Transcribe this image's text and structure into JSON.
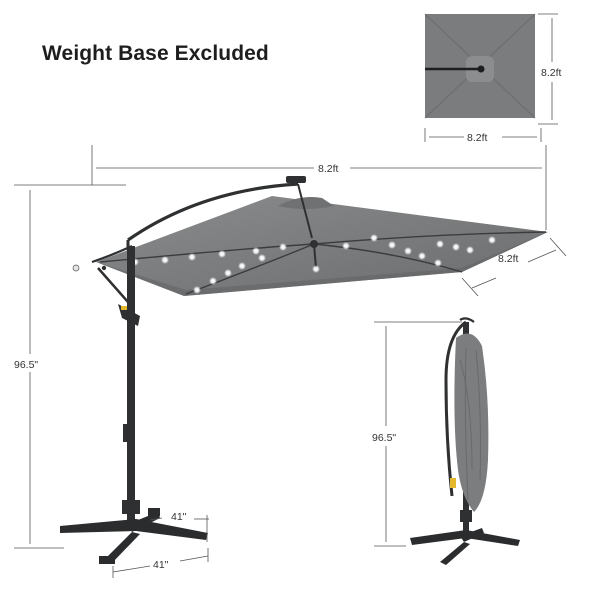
{
  "headline": "Weight Base Excluded",
  "dimensions": {
    "top_view_height": "8.2ft",
    "top_view_width": "8.2ft",
    "canopy_width": "8.2ft",
    "canopy_depth": "8.2ft",
    "open_height": "96.5\"",
    "closed_height": "96.5\"",
    "base_width": "41\"",
    "base_depth": "41\""
  },
  "colors": {
    "canopy": "#7b7d7e",
    "canopy_dark": "#5f6162",
    "frame": "#2e3032",
    "led": "#ffffff",
    "dimension_line": "#555555"
  }
}
